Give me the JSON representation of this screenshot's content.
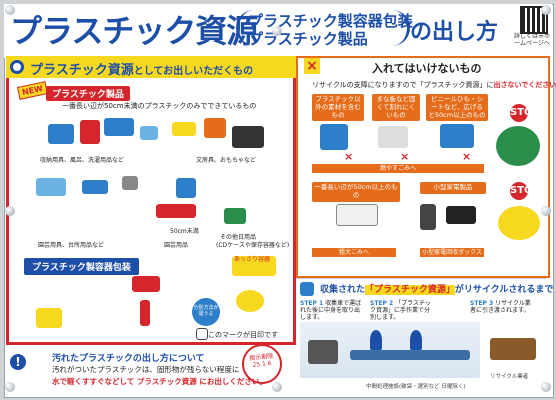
{
  "header": {
    "main_title": "プラスチック資源",
    "sub_line1": "プラスチック製容器包装",
    "sub_line2": "プラスチック製品",
    "tail": "の出し方",
    "qr_caption": "詳しくは市ホームページへ"
  },
  "ok_section": {
    "title": "プラスチック資源",
    "title_suffix": "としてお出しいただくもの",
    "product_label": "プラスチック製品",
    "new_badge": "NEW",
    "product_desc": "一番長い辺が50cm未満のプラスチックのみでできているもの",
    "captions": [
      "収納用具、風呂、洗濯用品など",
      "文房具、おもちゃなど",
      "園芸用具、台所用品など",
      "50cm未満",
      "園芸用品",
      "その他日用品"
    ],
    "caption_note": "(CDケースや保存容器など)",
    "package_label": "プラスチック製容器包装",
    "callout": "あっさり容器",
    "blue_circle": "分別方法が違うよ",
    "mark_note": "このマークが目印です"
  },
  "dirty": {
    "icon": "!",
    "title": "汚れたプラスチックの出し方について",
    "body": "汚れがついたプラスチックは、固形物が残らない程度に",
    "highlight": "水で軽くすすぐなどして プラスチック資源 にお出しください。",
    "stamp": "掲示期限 25.1.6"
  },
  "ng_section": {
    "x_mark": "×",
    "title": "入れてはいけないもの",
    "subtitle_prefix": "リサイクルの支障になりますので「プラスチック資源」に",
    "subtitle_red": "出さないでください。",
    "tags": [
      "プラスチック以外の素材を含むもの",
      "まな板など固くて割れにくいもの",
      "ビニールひも・シートなど、広げると50cm以上のもの",
      "一番長い辺が50cm以上のもの",
      "小型家電製品"
    ],
    "band1": "燃やすごみへ",
    "band2": "粗大ごみへ",
    "band3": "小型家電回収ボックスへ",
    "stop": "STOP"
  },
  "recycle": {
    "title_prefix": "収集された",
    "title_highlight": "「プラスチック資源」",
    "title_suffix": "がリサイクルされるまで",
    "steps": [
      {
        "num": "STEP 1",
        "text": "収集車で運ばれた後に中身を取り出します。"
      },
      {
        "num": "STEP 2",
        "text": "「プラスチック資源」に手作業で分別します。"
      },
      {
        "num": "STEP 3",
        "text": "リサイクル業者に引き渡されます。"
      }
    ],
    "facility_caption": "中間処理施設(破袋・選別など 日曜除く)",
    "company_caption": "リサイクル業者"
  }
}
